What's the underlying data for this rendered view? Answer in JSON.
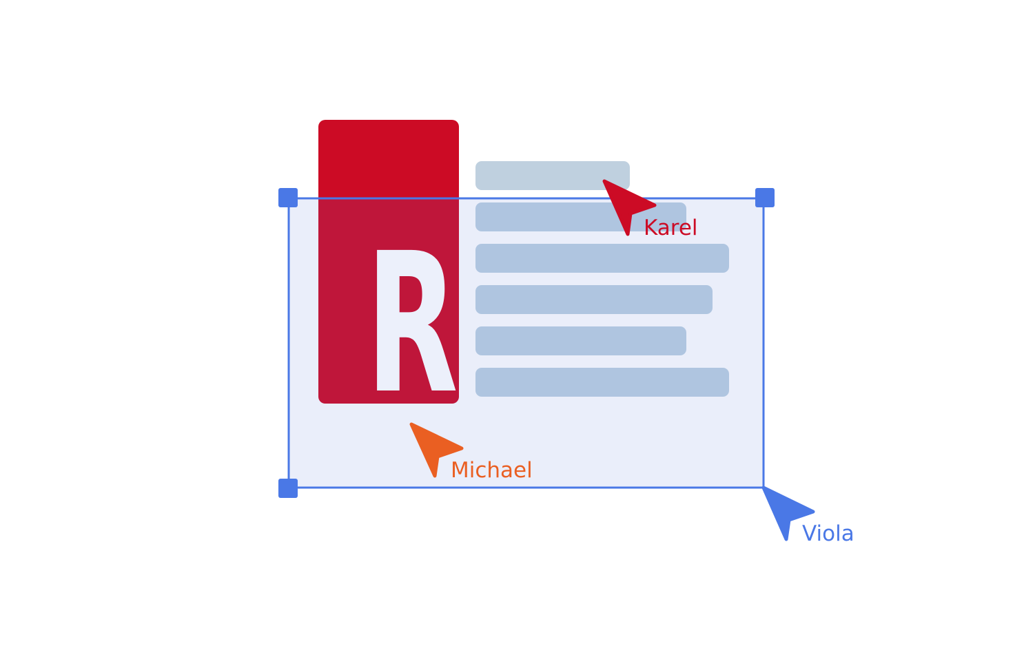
{
  "colors": {
    "background": "#ffffff",
    "logo_tile": "#cc0b25",
    "logo_letter": "#ecf0fb",
    "text_line_outside": "#bfd0df",
    "text_line_inside": "#afc5e0",
    "selection_fill": "#eaeefa",
    "selection_stroke": "#4a78e6",
    "karel": "#cc0b25",
    "michael": "#ea5f22",
    "viola": "#4a78e6"
  },
  "logo": {
    "letter": "R"
  },
  "collaborators": [
    {
      "name": "Karel",
      "color": "#cc0b25",
      "icon": "cursor-arrow-icon"
    },
    {
      "name": "Michael",
      "color": "#ea5f22",
      "icon": "cursor-arrow-icon"
    },
    {
      "name": "Viola",
      "color": "#4a78e6",
      "icon": "cursor-arrow-icon"
    }
  ]
}
